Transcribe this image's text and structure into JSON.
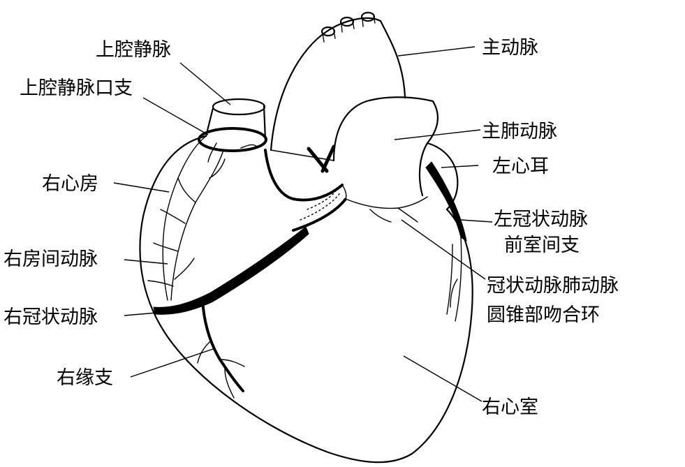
{
  "labels": {
    "superior_vena_cava": "上腔静脉",
    "svc_ostium_branch": "上腔静脉口支",
    "right_atrium": "右心房",
    "interatrial_artery": "右房间动脉",
    "right_coronary_artery": "右冠状动脉",
    "right_marginal_branch": "右缘支",
    "aorta": "主动脉",
    "pulmonary_trunk": "主肺动脉",
    "left_auricle": "左心耳",
    "lad_line1": "左冠状动脉",
    "lad_line2": "前室间支",
    "conus_line1": "冠状动脉肺动脉",
    "conus_line2": "圆锥部吻合环",
    "right_ventricle": "右心室"
  }
}
